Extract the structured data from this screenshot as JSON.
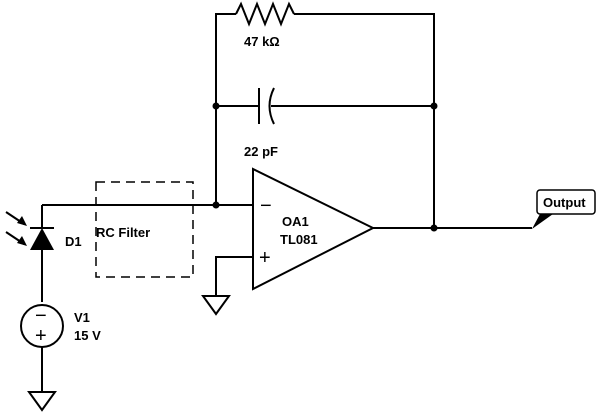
{
  "feedback_resistor": {
    "value": "47 kΩ"
  },
  "feedback_capacitor": {
    "value": "22 pF"
  },
  "opamp": {
    "ref": "OA1",
    "part": "TL081",
    "inverting": "−",
    "noninverting": "+"
  },
  "photodiode": {
    "ref": "D1"
  },
  "filter": {
    "label": "RC Filter"
  },
  "source": {
    "ref": "V1",
    "value": "15 V",
    "neg": "−",
    "pos": "+"
  },
  "output": {
    "label": "Output"
  }
}
